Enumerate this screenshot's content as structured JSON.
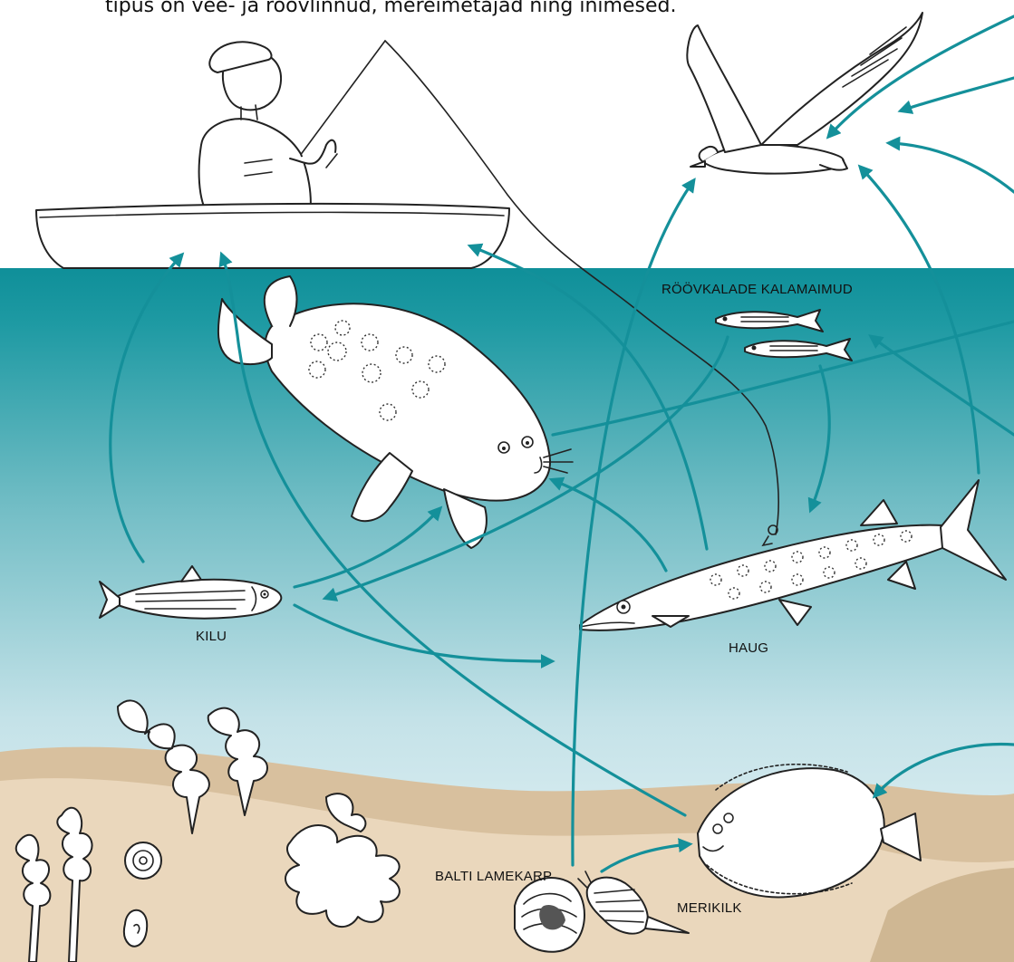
{
  "caption": "tipus on vee- ja röövlinnud, mereimetajad ning inimesed.",
  "labels": {
    "roovkalade_kalamaimud": "RÖÖVKALADE KALAMAIMUD",
    "kilu": "KILU",
    "haug": "HAUG",
    "balti_lamekarp": "BALTI LAMEKARP",
    "merikilk": "MERIKILK"
  },
  "colors": {
    "arrow": "#14909a",
    "water_top": "#0f8f99",
    "water_bottom": "#e6f3f6",
    "seabed": "#e8d3b6",
    "seabed_far": "#d4bb98"
  }
}
